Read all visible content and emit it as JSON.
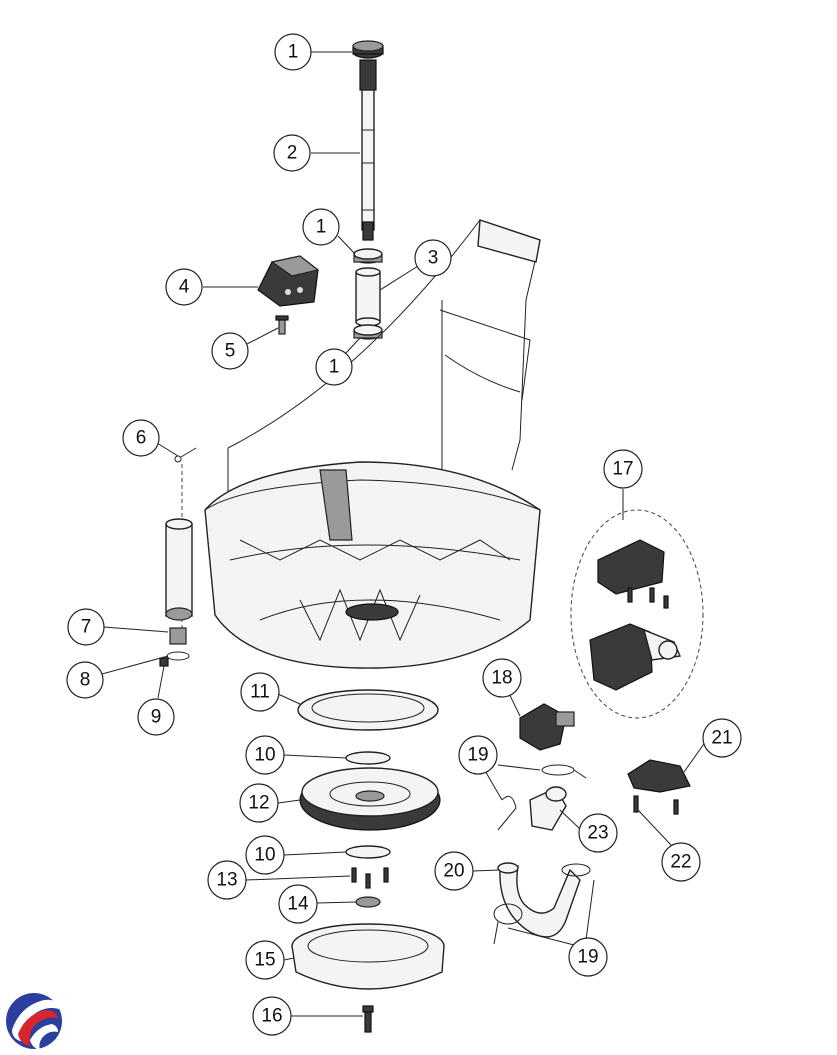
{
  "callouts": [
    {
      "id": "c1a",
      "label": "1"
    },
    {
      "id": "c2",
      "label": "2"
    },
    {
      "id": "c1b",
      "label": "1"
    },
    {
      "id": "c3",
      "label": "3"
    },
    {
      "id": "c4",
      "label": "4"
    },
    {
      "id": "c5",
      "label": "5"
    },
    {
      "id": "c1c",
      "label": "1"
    },
    {
      "id": "c6",
      "label": "6"
    },
    {
      "id": "c17",
      "label": "17"
    },
    {
      "id": "c7",
      "label": "7"
    },
    {
      "id": "c8",
      "label": "8"
    },
    {
      "id": "c9",
      "label": "9"
    },
    {
      "id": "c11",
      "label": "11"
    },
    {
      "id": "c18",
      "label": "18"
    },
    {
      "id": "c10a",
      "label": "10"
    },
    {
      "id": "c19a",
      "label": "19"
    },
    {
      "id": "c21",
      "label": "21"
    },
    {
      "id": "c12",
      "label": "12"
    },
    {
      "id": "c23",
      "label": "23"
    },
    {
      "id": "c22",
      "label": "22"
    },
    {
      "id": "c10b",
      "label": "10"
    },
    {
      "id": "c20",
      "label": "20"
    },
    {
      "id": "c13",
      "label": "13"
    },
    {
      "id": "c14",
      "label": "14"
    },
    {
      "id": "c15",
      "label": "15"
    },
    {
      "id": "c19b",
      "label": "19"
    },
    {
      "id": "c16",
      "label": "16"
    }
  ],
  "colors": {
    "line": "#222222",
    "logo_blue": "#2b3f9e",
    "logo_red": "#d8262e"
  }
}
